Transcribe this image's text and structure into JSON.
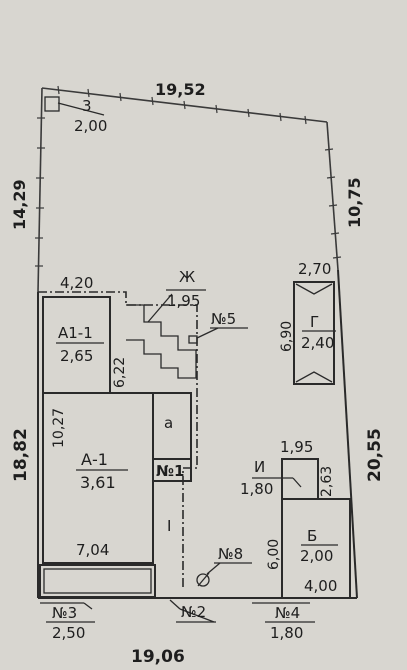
{
  "plot": {
    "dim_top": "19,52",
    "dim_left_upper": "14,29",
    "dim_right_upper": "10,75",
    "dim_left_lower": "18,82",
    "dim_right_lower": "20,55",
    "dim_bottom": "19,06"
  },
  "marker_3": {
    "number": "3",
    "value": "2,00"
  },
  "buildings": {
    "a1_1": {
      "label": "А1-1",
      "value": "2,65",
      "width": "4,20",
      "depth": "6,22"
    },
    "a1": {
      "label": "А-1",
      "value": "3,61",
      "depth": "10,27",
      "width": "7,04"
    },
    "a": {
      "label": "а"
    },
    "no1": {
      "label": "№1"
    },
    "porch": {
      "label": "I"
    },
    "zh": {
      "label": "Ж",
      "value": "1,95"
    },
    "no5": {
      "label": "№5"
    },
    "g": {
      "label": "Г",
      "value": "2,40",
      "width": "2,70",
      "depth": "6,90"
    },
    "i": {
      "label": "И",
      "value": "1,80",
      "width": "1,95",
      "depth": "2,63"
    },
    "b": {
      "label": "Б",
      "value": "2,00",
      "depth": "6,00",
      "width": "4,00"
    },
    "no8": {
      "label": "№8"
    }
  },
  "gates": {
    "no2": {
      "label": "№2"
    },
    "no3": {
      "label": "№3",
      "value": "2,50"
    },
    "no4": {
      "label": "№4",
      "value": "1,80"
    }
  }
}
